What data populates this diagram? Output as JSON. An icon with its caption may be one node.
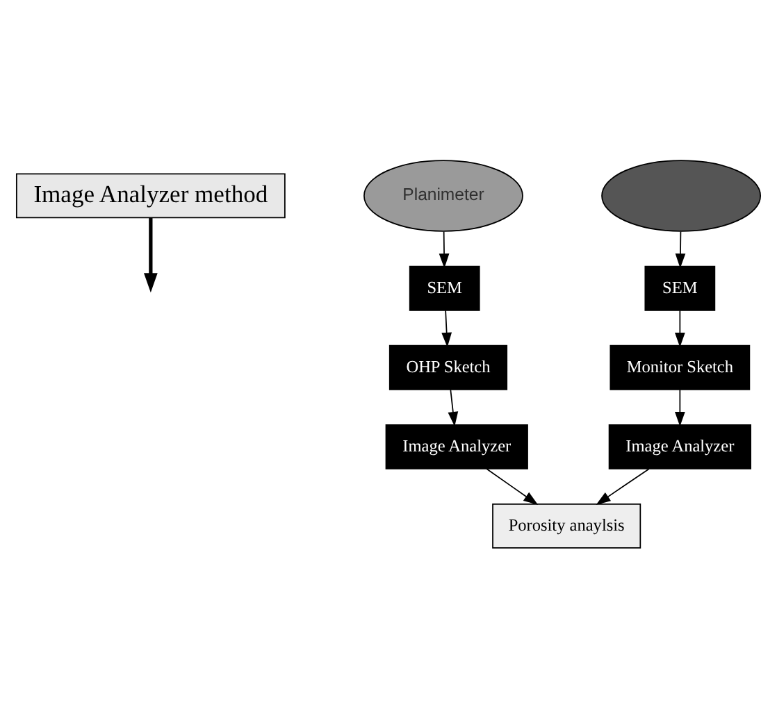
{
  "diagram": {
    "nodes": [
      {
        "text": [
          "Image Analyzer method"
        ]
      },
      {
        "text": [
          "Planimeter"
        ]
      },
      {
        "text": [],
        "shape": "ellipse"
      },
      {
        "text": [
          "SEM"
        ]
      },
      {
        "text": [
          "OHP Sketch"
        ]
      },
      {
        "text": [
          "Image Analyzer"
        ]
      },
      {
        "text": [
          "SEM"
        ]
      },
      {
        "text": [
          "Monitor Sketch"
        ]
      },
      {
        "text": [
          "Image Analyzer"
        ]
      },
      {
        "text": [
          "Porosity anaylsis"
        ]
      }
    ],
    "edges": [
      {
        "from": 0,
        "to": null,
        "arrow": "to",
        "style": "thick"
      },
      {
        "from": 1,
        "to": 3,
        "arrow": "to"
      },
      {
        "from": 3,
        "to": 4,
        "arrow": "to"
      },
      {
        "from": 4,
        "to": 5,
        "arrow": "to"
      },
      {
        "from": 2,
        "to": 6,
        "arrow": "to"
      },
      {
        "from": 6,
        "to": 7,
        "arrow": "to"
      },
      {
        "from": 7,
        "to": 8,
        "arrow": "to"
      },
      {
        "from": 5,
        "to": 9,
        "arrow": "to"
      },
      {
        "from": 8,
        "to": 9,
        "arrow": "to"
      }
    ]
  }
}
